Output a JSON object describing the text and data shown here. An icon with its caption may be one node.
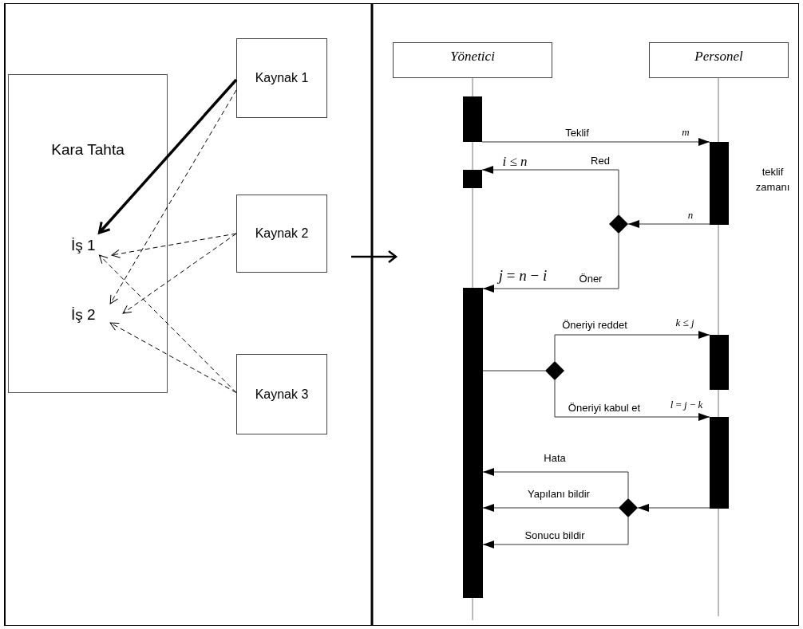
{
  "diagram": {
    "nodes": [
      {
        "text": [
          "Kara Tahta"
        ]
      },
      {
        "text": [
          "İş 1"
        ],
        "in": 0
      },
      {
        "text": [
          "İş 2"
        ],
        "in": 0
      },
      {
        "text": [
          "Kaynak 1"
        ]
      },
      {
        "text": [
          "Kaynak 2"
        ]
      },
      {
        "text": [
          "Kaynak 3"
        ]
      },
      {
        "text": [
          "Yönetici"
        ]
      },
      {
        "text": [
          "Personel"
        ]
      },
      {
        "text": [],
        "shape": "bar"
      },
      {
        "text": [],
        "shape": "bar",
        "beside": [
          "teklif zamanı"
        ]
      },
      {
        "text": [],
        "shape": "bar"
      },
      {
        "text": [],
        "shape": "diamond"
      },
      {
        "text": [],
        "shape": "bar"
      },
      {
        "text": [],
        "shape": "bar"
      },
      {
        "text": [],
        "shape": "diamond"
      },
      {
        "text": [],
        "shape": "bar"
      },
      {
        "text": [],
        "shape": "diamond"
      }
    ],
    "edges": [
      {
        "from": 3,
        "to": 1,
        "arrow": "to",
        "style": "thick"
      },
      {
        "from": 3,
        "to": 2,
        "arrow": "to",
        "style": "dashed"
      },
      {
        "from": 4,
        "to": 1,
        "arrow": "to",
        "style": "dashed"
      },
      {
        "from": 4,
        "to": 2,
        "arrow": "to",
        "style": "dashed"
      },
      {
        "from": 5,
        "to": 1,
        "arrow": "to",
        "style": "dashed"
      },
      {
        "from": 5,
        "to": 2,
        "arrow": "to",
        "style": "dashed"
      },
      {
        "from": 8,
        "to": 9,
        "arrow": "to",
        "label": "Teklif"
      },
      {
        "from": 9,
        "to": 11,
        "arrow": "to"
      },
      {
        "from": 11,
        "to": 10,
        "arrow": "to",
        "label": "Red"
      },
      {
        "from": 11,
        "to": 12,
        "arrow": "to",
        "label": "Öner"
      },
      {
        "from": 12,
        "to": 14,
        "arrow": "none"
      },
      {
        "from": 14,
        "to": 13,
        "arrow": "to",
        "label": "Öneriyi reddet"
      },
      {
        "from": 14,
        "to": 15,
        "arrow": "to",
        "label": "Öneriyi kabul et"
      },
      {
        "from": 15,
        "to": 16,
        "arrow": "to"
      },
      {
        "from": 16,
        "to": 12,
        "arrow": "to",
        "label": "Hata"
      },
      {
        "from": 16,
        "to": 12,
        "arrow": "to",
        "label": "Yapılanı bildir"
      },
      {
        "from": 16,
        "to": 12,
        "arrow": "to",
        "label": "Sonucu bildir"
      }
    ],
    "labels": [
      "*m*",
      "*i* ≤ *n*",
      "*n*",
      "*j* = *n* − *i*",
      "*k* ≤ *j*",
      "*l* = *j* − *k*"
    ]
  }
}
